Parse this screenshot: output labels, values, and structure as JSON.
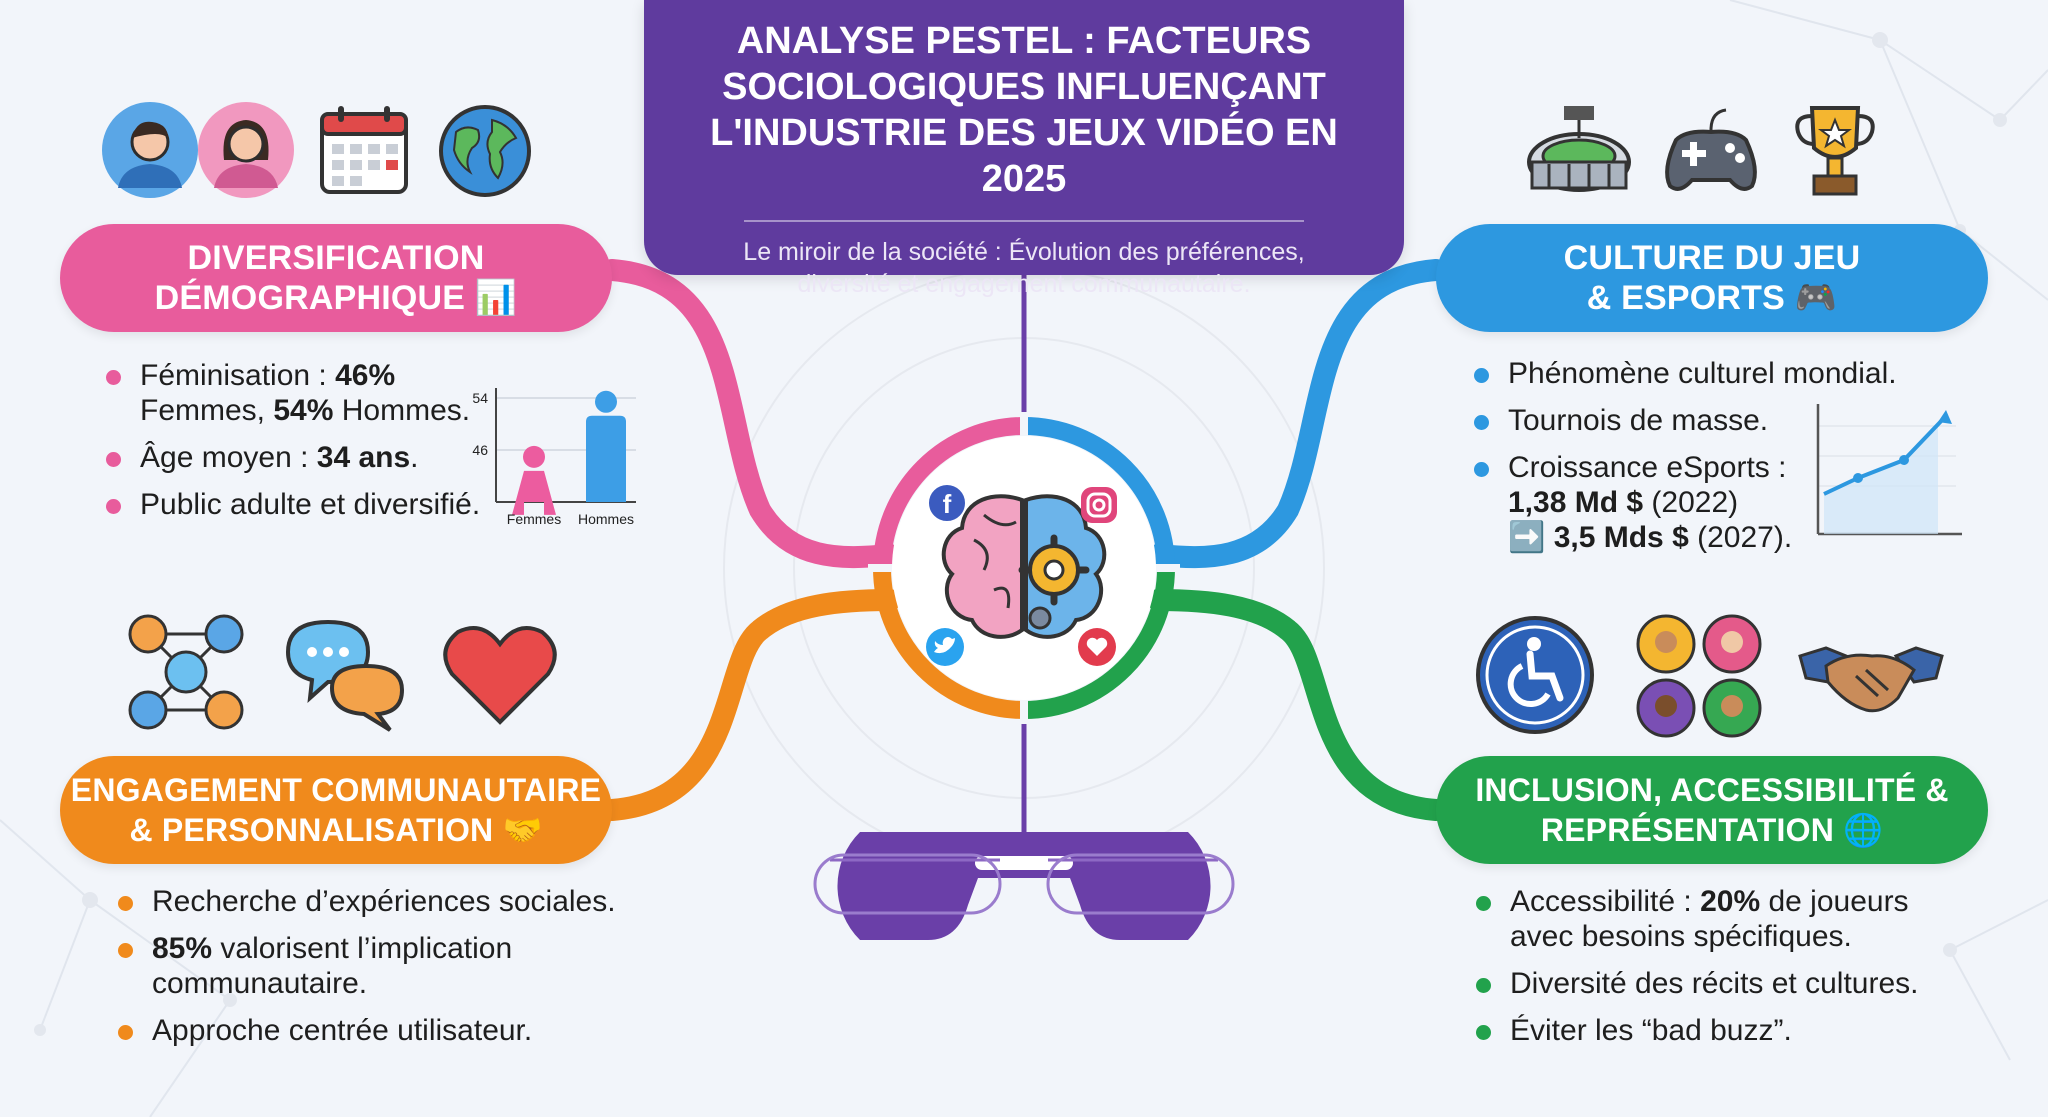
{
  "title": {
    "line1": "ANALYSE PESTEL : FACTEURS",
    "line2": "SOCIOLOGIQUES INFLUENÇANT",
    "line3": "L'INDUSTRIE DES JEUX VIDÉO EN 2025",
    "subtitle_line1": "Le miroir de la société : Évolution des préférences,",
    "subtitle_line2": "diversité et engagement communautaire."
  },
  "sections": {
    "demographic": {
      "title_line1": "DIVERSIFICATION",
      "title_line2": "DÉMOGRAPHIQUE",
      "emoji": "📊",
      "color": "#e85c9c",
      "b1_prefix": "Féminisation : ",
      "b1_value1": "46%",
      "b1_mid": "Femmes, ",
      "b1_value2": "54%",
      "b1_suffix": " Hommes.",
      "b2_prefix": "Âge moyen : ",
      "b2_value": "34 ans",
      "b2_suffix": ".",
      "b3": "Public adulte et diversifié."
    },
    "culture": {
      "title_line1": "CULTURE DU JEU",
      "title_line2": "& ESPORTS",
      "emoji": "🎮",
      "color": "#2d98e0",
      "b1": "Phénomène culturel mondial.",
      "b2": "Tournois de masse.",
      "b3_line1": "Croissance eSports :",
      "b3_v1": "1,38 Md $",
      "b3_y1": " (2022)",
      "b3_arrow": "➡️",
      "b3_v2": "3,5 Mds $",
      "b3_y2": " (2027)."
    },
    "engagement": {
      "title_line1": "ENGAGEMENT COMMUNAUTAIRE",
      "title_line2": "& PERSONNALISATION",
      "emoji": "🤝",
      "color": "#f08a1c",
      "b1": "Recherche d’expériences sociales.",
      "b2_value": "85%",
      "b2_line1": " valorisent l’implication",
      "b2_line2": "communautaire.",
      "b3": "Approche centrée utilisateur."
    },
    "inclusion": {
      "title_line1": "INCLUSION, ACCESSIBILITÉ &",
      "title_line2": "REPRÉSENTATION",
      "emoji": "🌐",
      "color": "#22a24c",
      "b1_prefix": "Accessibilité : ",
      "b1_value": "20%",
      "b1_suffix": " de joueurs",
      "b1_line2": "avec besoins spécifiques.",
      "b2": "Diversité des récits et cultures.",
      "b3": "Éviter les “bad buzz”."
    }
  },
  "chart_data": {
    "type": "bar",
    "categories": [
      "Femmes",
      "Hommes"
    ],
    "values": [
      46,
      54
    ],
    "yticks": [
      "54",
      "46"
    ],
    "colors": [
      "#ec5c9f",
      "#3d9ee6"
    ]
  },
  "colors": {
    "purple": "#5f3b9e",
    "pink": "#e85c9c",
    "blue": "#2d98e0",
    "orange": "#f08a1c",
    "green": "#22a24c"
  },
  "icons": {
    "top_left": [
      "man-avatar-icon",
      "woman-avatar-icon",
      "calendar-icon",
      "globe-icon"
    ],
    "top_right": [
      "stadium-icon",
      "gamepad-icon",
      "trophy-icon"
    ],
    "bottom_left": [
      "network-people-icon",
      "chat-bubbles-icon",
      "heart-icon"
    ],
    "bottom_right": [
      "accessibility-icon",
      "diverse-people-icon",
      "handshake-icon"
    ],
    "center": [
      "brain-gear-icon",
      "facebook-icon",
      "instagram-icon",
      "twitter-icon",
      "heart-like-icon"
    ]
  }
}
